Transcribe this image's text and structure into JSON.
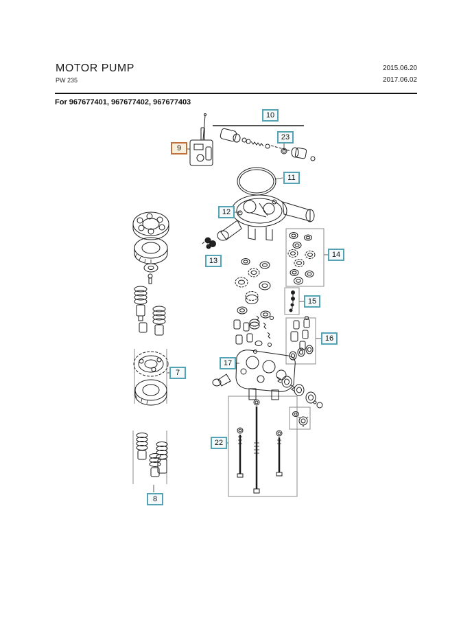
{
  "header": {
    "title": "MOTOR PUMP",
    "model": "PW 235",
    "date_top": "2015.06.20",
    "date_bottom": "2017.06.02"
  },
  "applicability": "For 967677401, 967677402, 967677403",
  "colors": {
    "callout_teal": "#54a3b4",
    "callout_orange": "#c0713b",
    "line_art": "#1a1a1a"
  },
  "callouts": [
    {
      "label": "9",
      "style": "orange"
    },
    {
      "label": "10",
      "style": "teal"
    },
    {
      "label": "23",
      "style": "teal"
    },
    {
      "label": "11",
      "style": "teal"
    },
    {
      "label": "12",
      "style": "teal"
    },
    {
      "label": "13",
      "style": "teal"
    },
    {
      "label": "14",
      "style": "teal"
    },
    {
      "label": "15",
      "style": "teal"
    },
    {
      "label": "16",
      "style": "teal"
    },
    {
      "label": "17",
      "style": "teal"
    },
    {
      "label": "7",
      "style": "teal"
    },
    {
      "label": "8",
      "style": "teal"
    },
    {
      "label": "22",
      "style": "teal"
    }
  ]
}
